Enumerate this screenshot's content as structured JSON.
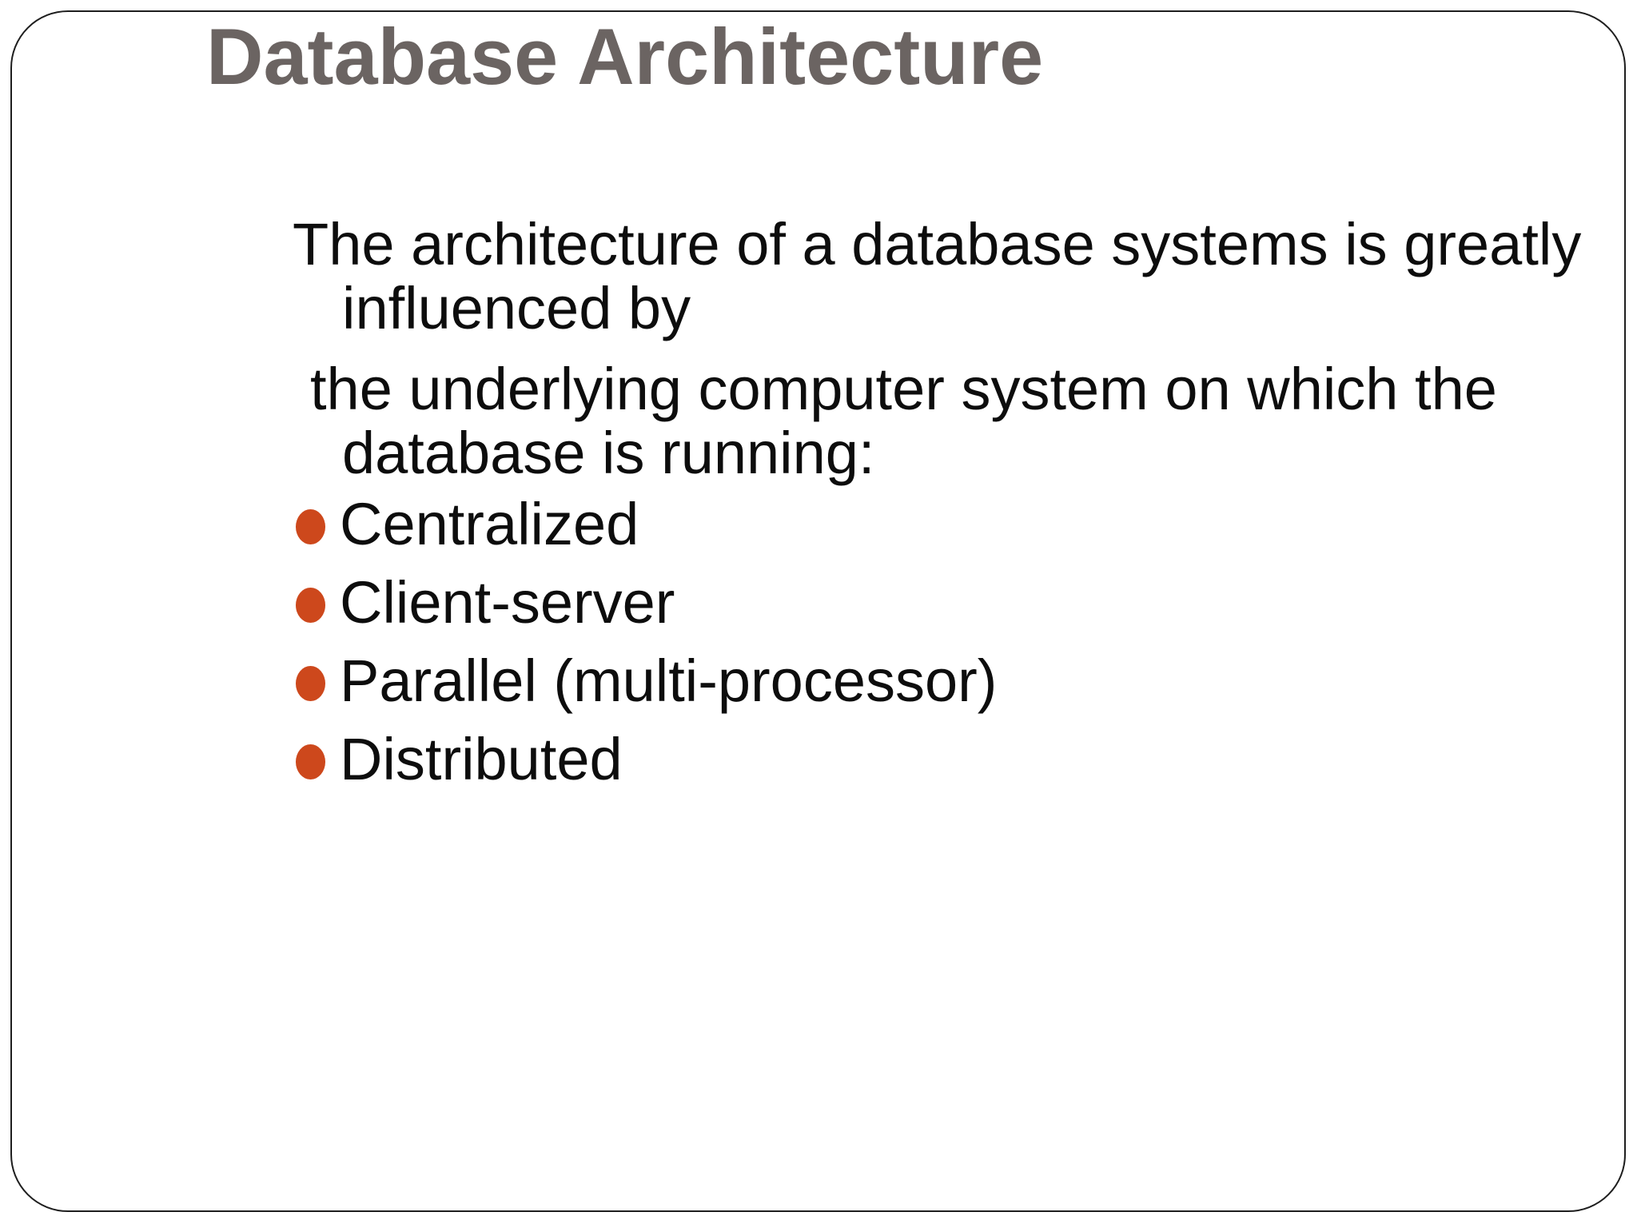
{
  "slide": {
    "title": "Database Architecture",
    "body": {
      "paragraph1": {
        "line1": "The architecture of a database systems is greatly",
        "line2": "influenced by"
      },
      "paragraph2": {
        "line1": "the underlying computer system on which the",
        "line2": "database is running:"
      },
      "bullets": [
        {
          "label": "Centralized"
        },
        {
          "label": "Client-server"
        },
        {
          "label": "Parallel (multi-processor)"
        },
        {
          "label": "Distributed"
        }
      ]
    },
    "colors": {
      "background": "#ffffff",
      "title_text": "#6b6462",
      "body_text": "#0d0d0d",
      "bullet_dot": "#cd481c",
      "frame_border": "#1e1e1e"
    }
  }
}
